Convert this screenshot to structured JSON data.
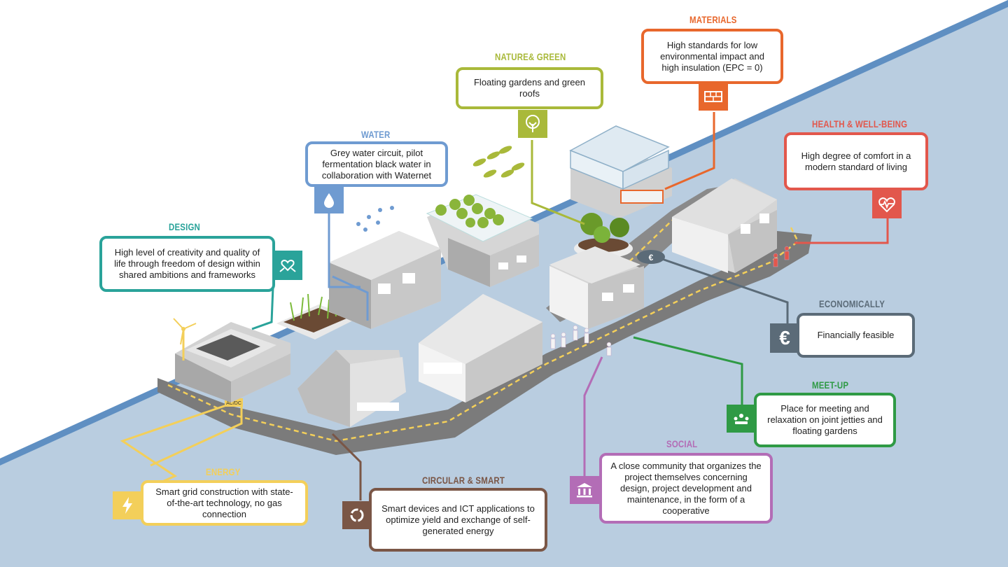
{
  "colors": {
    "design": "#2aa39a",
    "water": "#6f9bd1",
    "nature_green": "#a9b93a",
    "materials": "#e8672c",
    "health": "#e2574c",
    "economically": "#5b6b78",
    "meetup": "#2f9a45",
    "social": "#b36db6",
    "circular": "#7a5646",
    "energy": "#f3cf5a",
    "water_body": "#b9cde0",
    "road": "#7b7b7b",
    "building": "#c9c9c9"
  },
  "panels": [
    {
      "key": "design",
      "category": "DESIGN",
      "text": "High level of creativity and quality of life through freedom of design within shared ambitions and frameworks",
      "icon": "heart-hands-icon"
    },
    {
      "key": "water",
      "category": "WATER",
      "text": "Grey water circuit, pilot fermentation black water in collaboration with Waternet",
      "icon": "water-drop-icon"
    },
    {
      "key": "nature_green",
      "category": "NATURE& GREEN",
      "text": "Floating gardens and green roofs",
      "icon": "tree-icon"
    },
    {
      "key": "materials",
      "category": "MATERIALS",
      "text": "High standards for low environmental impact and high insulation (EPC = 0)",
      "icon": "brick-icon"
    },
    {
      "key": "health",
      "category": "HEALTH & WELL-BEING",
      "text": "High degree of comfort in a modern standard of living",
      "icon": "heartbeat-icon"
    },
    {
      "key": "economically",
      "category": "ECONOMICALLY",
      "text": "Financially feasible",
      "icon": "euro-icon"
    },
    {
      "key": "meetup",
      "category": "MEET-UP",
      "text": "Place for meeting and relaxation on joint jetties and floating gardens",
      "icon": "meeting-icon"
    },
    {
      "key": "social",
      "category": "SOCIAL",
      "text": "A close community that organizes the project themselves concerning design, project development and maintenance, in the form of a cooperative",
      "icon": "institution-icon"
    },
    {
      "key": "circular",
      "category": "CIRCULAR & SMART",
      "text": "Smart devices and ICT applications to optimize yield and exchange of self-generated energy",
      "icon": "cycle-icon"
    },
    {
      "key": "energy",
      "category": "ENERGY",
      "text": "Smart grid construction with state-of-the-art technology, no gas connection",
      "icon": "lightning-icon"
    }
  ],
  "labels": {
    "acdc": "AC/DC"
  }
}
